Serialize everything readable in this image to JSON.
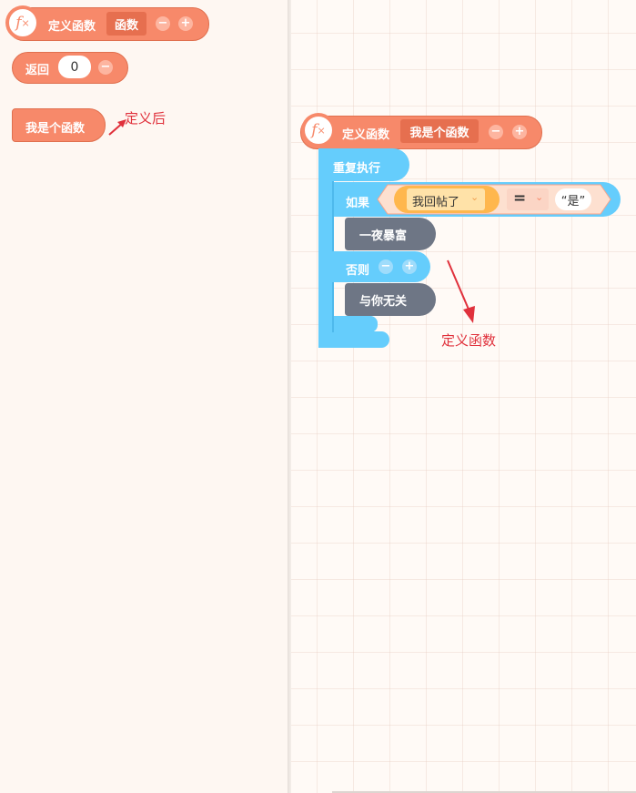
{
  "palette": {
    "define_block": {
      "keyword": "定义函数",
      "name": "函数",
      "minus": "−",
      "plus": "+"
    },
    "return_block": {
      "label": "返回",
      "value": "0",
      "minus": "−"
    },
    "call_block": {
      "label": "我是个函数"
    },
    "annotation": "定义后"
  },
  "workspace": {
    "define_block": {
      "keyword": "定义函数",
      "name": "我是个函数",
      "minus": "−",
      "plus": "+"
    },
    "repeat_label": "重复执行",
    "if_block": {
      "if_label": "如果",
      "variable": "我回帖了",
      "operator": "=",
      "compare_value": "“是”",
      "then_statement": "一夜暴富",
      "else_label": "否则",
      "else_statement": "与你无关"
    },
    "annotation": "定义函数"
  },
  "colors": {
    "function_block": "#f7896a",
    "control_block": "#65cdfc",
    "statement_block": "#6e7685",
    "annotation": "#e0313c"
  },
  "icons": {
    "function": "fx-icon",
    "dropdown": "chevron-down-icon",
    "arrow": "red-arrow"
  }
}
